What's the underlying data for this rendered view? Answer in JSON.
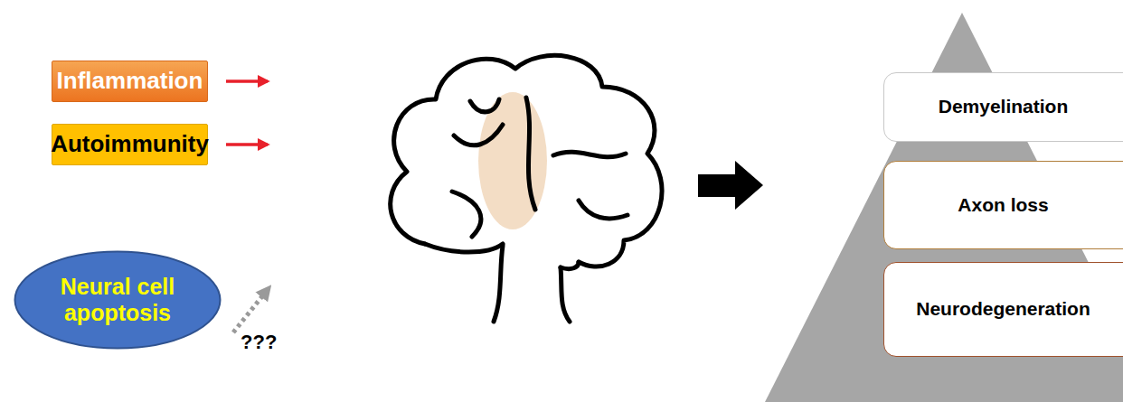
{
  "diagram": {
    "nodes": [
      {
        "text": [
          "Inflammation"
        ]
      },
      {
        "text": [
          "Autoimmunity"
        ]
      },
      {
        "text": [
          "Neural cell apoptosis"
        ]
      },
      {
        "text": [
          "Demyelination"
        ]
      },
      {
        "text": [
          "Axon loss"
        ]
      },
      {
        "text": [
          "Neurodegeneration"
        ]
      }
    ],
    "labels": [
      "???"
    ]
  }
}
